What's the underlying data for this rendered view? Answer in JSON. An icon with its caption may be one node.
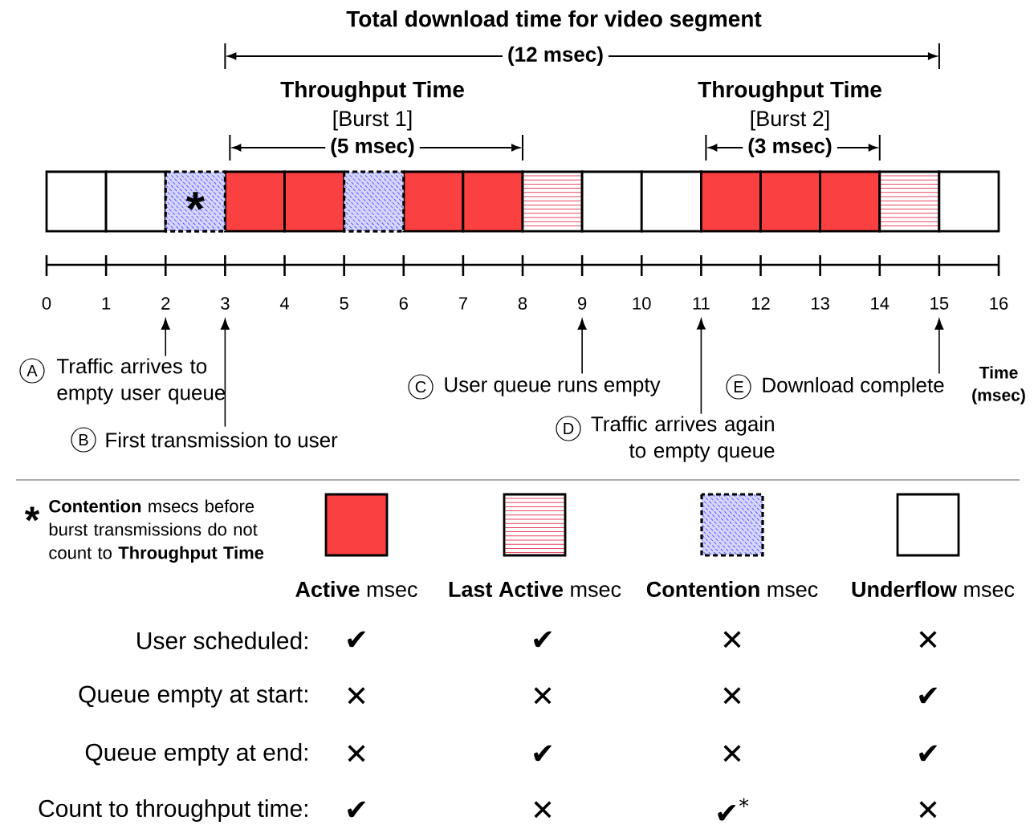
{
  "diagram": {
    "title": "Total download time for video segment",
    "nodes": [
      {
        "text": [
          "0"
        ]
      },
      {
        "text": [
          "1"
        ]
      },
      {
        "text": [
          "2"
        ]
      },
      {
        "text": [
          "3"
        ]
      },
      {
        "text": [
          "4"
        ]
      },
      {
        "text": [
          "5"
        ]
      },
      {
        "text": [
          "6"
        ]
      },
      {
        "text": [
          "7"
        ]
      },
      {
        "text": [
          "8"
        ]
      },
      {
        "text": [
          "9"
        ]
      },
      {
        "text": [
          "10"
        ]
      },
      {
        "text": [
          "11"
        ]
      },
      {
        "text": [
          "12"
        ]
      },
      {
        "text": [
          "13"
        ]
      },
      {
        "text": [
          "14"
        ]
      },
      {
        "text": [
          "15"
        ]
      },
      {
        "text": [
          "16"
        ]
      },
      {
        "text": [
          "A",
          "Traffic arrives to empty user queue"
        ]
      },
      {
        "text": [
          "B",
          "First transmission to user"
        ]
      },
      {
        "text": [
          "C",
          "User queue runs empty"
        ]
      },
      {
        "text": [
          "D",
          "Traffic arrives again to empty queue"
        ]
      },
      {
        "text": [
          "E",
          "Download complete"
        ]
      }
    ],
    "edges": [
      {
        "from": 17,
        "to": 2,
        "arrow": "to"
      },
      {
        "from": 18,
        "to": 3,
        "arrow": "to"
      },
      {
        "from": 19,
        "to": 9,
        "arrow": "to"
      },
      {
        "from": 20,
        "to": 11,
        "arrow": "to"
      },
      {
        "from": 21,
        "to": 15,
        "arrow": "to"
      }
    ],
    "labels": [
      "(12 msec)",
      "Throughput Time",
      "[Burst 1]",
      "(5 msec)",
      "Throughput Time",
      "[Burst 2]",
      "(3 msec)",
      "*",
      "Time (msec)",
      "*",
      "**Contention** msecs before burst transmissions do not count to **Throughput Time**",
      "User scheduled:",
      "✔",
      "✔",
      "✕",
      "✕",
      "Queue empty at start:",
      "✕",
      "✕",
      "✕",
      "✔",
      "Queue empty at end:",
      "✕",
      "✔",
      "✕",
      "✔",
      "Count to throughput time:",
      "✔",
      "✕",
      "✔$^{*}$",
      "✕"
    ],
    "legend": [
      {
        "text": "**Active** msec",
        "color": "#fa4040"
      },
      {
        "text": "**Last Active** msec"
      },
      {
        "text": "**Contention** msec"
      },
      {
        "text": "**Underflow** msec"
      }
    ]
  }
}
